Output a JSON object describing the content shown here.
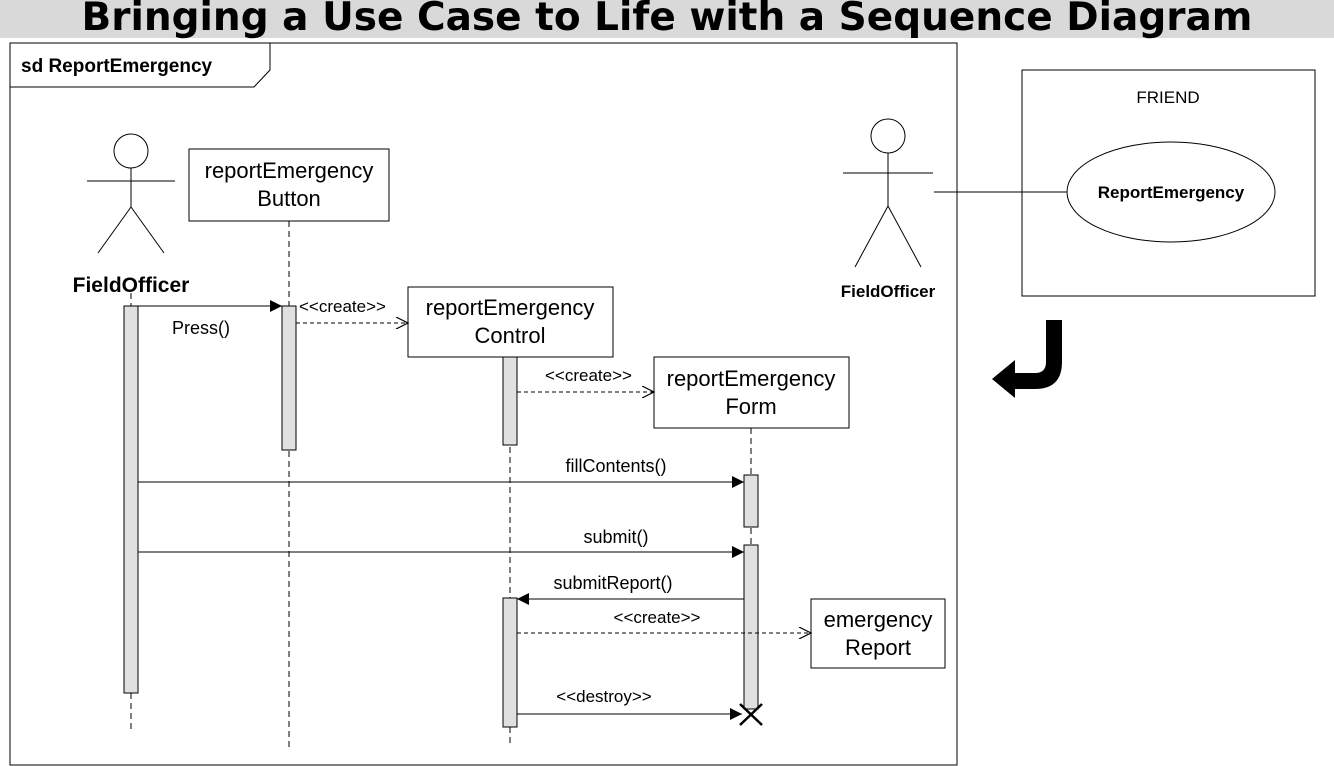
{
  "title": "Bringing a Use Case to Life with a Sequence Diagram",
  "sequence_diagram": {
    "frame_label": "sd ReportEmergency",
    "actor": "FieldOfficer",
    "lifelines": {
      "button": [
        "reportEmergency",
        "Button"
      ],
      "control": [
        "reportEmergency",
        "Control"
      ],
      "form": [
        "reportEmergency",
        "Form"
      ],
      "report": [
        "emergency",
        "Report"
      ]
    },
    "messages": {
      "press": "Press()",
      "create_control": "<<create>>",
      "create_form": "<<create>>",
      "fill_contents": "fillContents()",
      "submit": "submit()",
      "submit_report": "submitReport()",
      "create_report": "<<create>>",
      "destroy": "<<destroy>>"
    }
  },
  "use_case_diagram": {
    "system_boundary": "FRIEND",
    "actor": "FieldOfficer",
    "use_case": "ReportEmergency"
  }
}
